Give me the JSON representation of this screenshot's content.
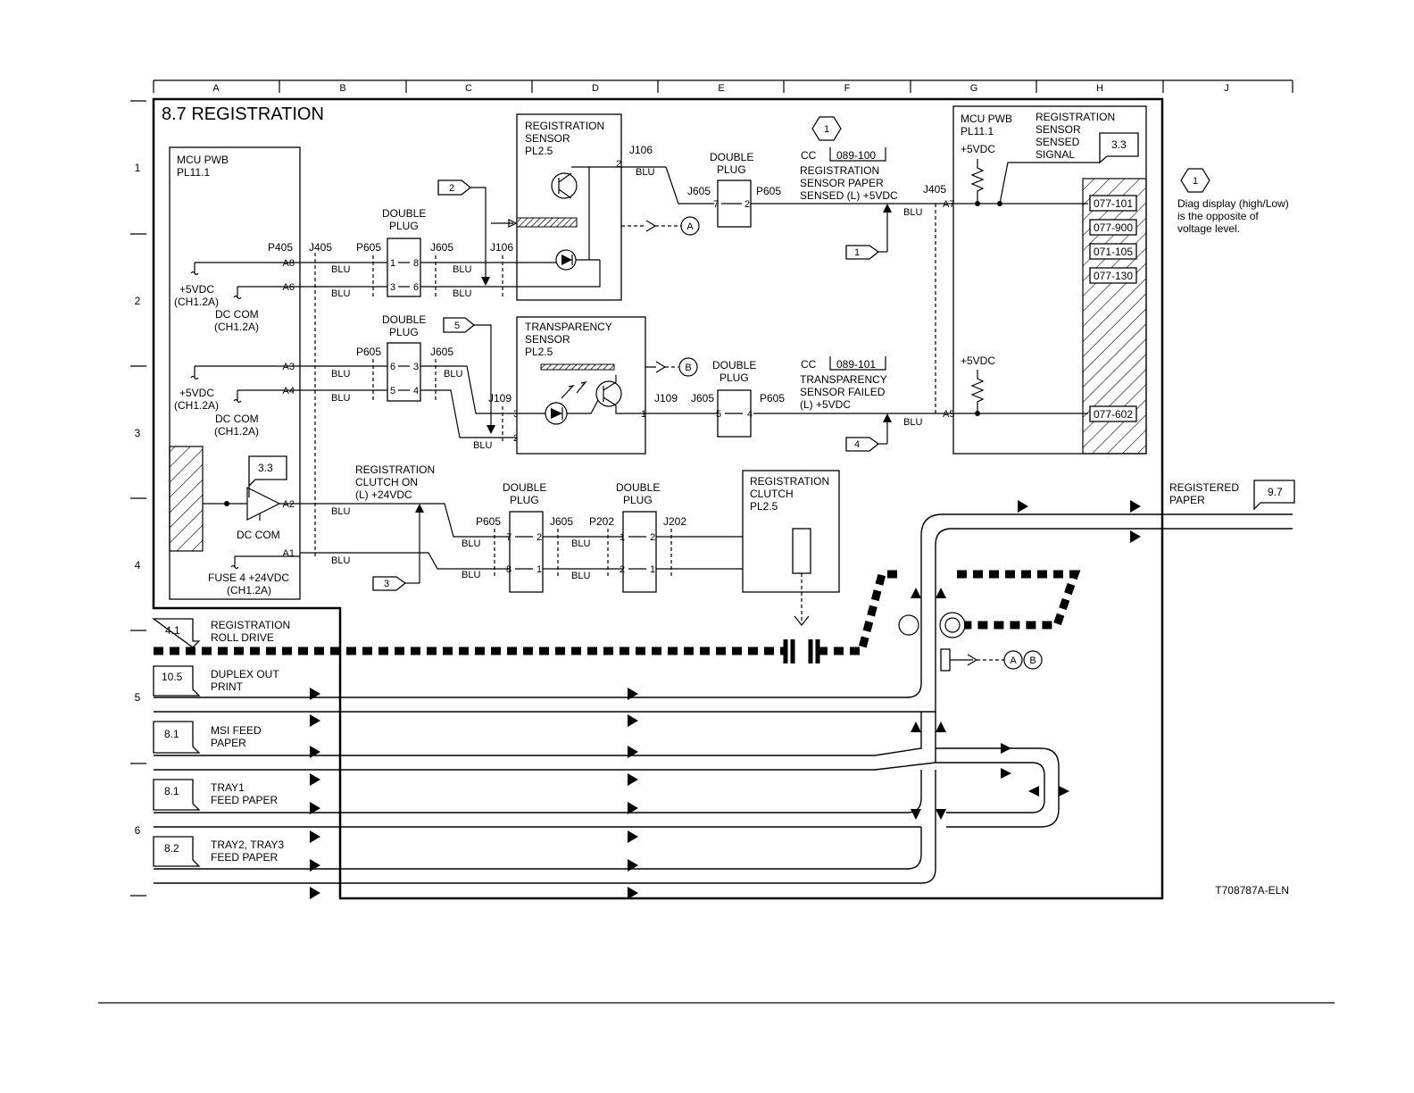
{
  "title": "8.7 REGISTRATION",
  "figure_id": "T708787A-ELN",
  "grid": {
    "columns": [
      "A",
      "B",
      "C",
      "D",
      "E",
      "F",
      "G",
      "H",
      "J"
    ],
    "rows": [
      "1",
      "2",
      "3",
      "4",
      "5",
      "6"
    ]
  },
  "mcu_left": {
    "name": "MCU PWB",
    "pl": "PL11.1"
  },
  "mcu_right": {
    "name": "MCU PWB",
    "pl": "PL11.1",
    "vdc": "+5VDC"
  },
  "connectors": {
    "p405": "P405",
    "j405": "J405",
    "p605": "P605",
    "j605": "J605",
    "j106": "J106",
    "j109": "J109",
    "p202": "P202",
    "j202": "J202"
  },
  "double_plug": [
    "DOUBLE",
    "PLUG"
  ],
  "wire": "BLU",
  "pins": {
    "a8": "A8",
    "a6": "A6",
    "a3": "A3",
    "a4": "A4",
    "a2": "A2",
    "a1": "A1",
    "a7": "A7",
    "a5": "A5",
    "n1": "1",
    "n2": "2",
    "n3": "3",
    "n4": "4",
    "n5": "5",
    "n6": "6",
    "n7": "7",
    "n8": "8"
  },
  "power": {
    "vdc5": "+5VDC",
    "ch": "(CH1.2A)",
    "dccom": "DC COM",
    "fuse": "FUSE 4 +24VDC"
  },
  "reg_sensor": [
    "REGISTRATION",
    "SENSOR",
    "PL2.5"
  ],
  "trans_sensor": [
    "TRANSPARENCY",
    "SENSOR",
    "PL2.5"
  ],
  "reg_clutch": [
    "REGISTRATION",
    "CLUTCH",
    "PL2.5"
  ],
  "clutch_signal": [
    "REGISTRATION",
    "CLUTCH ON",
    "(L) +24VDC"
  ],
  "cc_label": "CC",
  "cc1": {
    "code": "089-100",
    "text": [
      "REGISTRATION",
      "SENSOR PAPER",
      "SENSED (L) +5VDC"
    ]
  },
  "cc2": {
    "code": "089-101",
    "text": [
      "TRANSPARENCY",
      "SENSOR FAILED",
      "(L) +5VDC"
    ]
  },
  "sensed_signal": [
    "REGISTRATION",
    "SENSOR",
    "SENSED",
    "SIGNAL"
  ],
  "ref_33": "3.3",
  "ref_97": "9.7",
  "fault_codes": [
    "077-101",
    "077-900",
    "071-105",
    "077-130",
    "077-602"
  ],
  "note": {
    "marker": "1",
    "text": [
      "Diag display (high/Low)",
      "is the opposite of",
      "voltage level."
    ]
  },
  "flags": [
    "1",
    "2",
    "3",
    "4",
    "5"
  ],
  "circles": [
    "A",
    "B"
  ],
  "registered_paper": [
    "REGISTERED",
    "PAPER"
  ],
  "inputs": [
    {
      "ref": "4.1",
      "label": [
        "REGISTRATION",
        "ROLL DRIVE"
      ]
    },
    {
      "ref": "10.5",
      "label": [
        "DUPLEX OUT",
        "PRINT"
      ]
    },
    {
      "ref": "8.1",
      "label": [
        "MSI FEED",
        "PAPER"
      ]
    },
    {
      "ref": "8.1",
      "label": [
        "TRAY1",
        "FEED PAPER"
      ]
    },
    {
      "ref": "8.2",
      "label": [
        "TRAY2, TRAY3",
        "FEED PAPER"
      ]
    }
  ]
}
